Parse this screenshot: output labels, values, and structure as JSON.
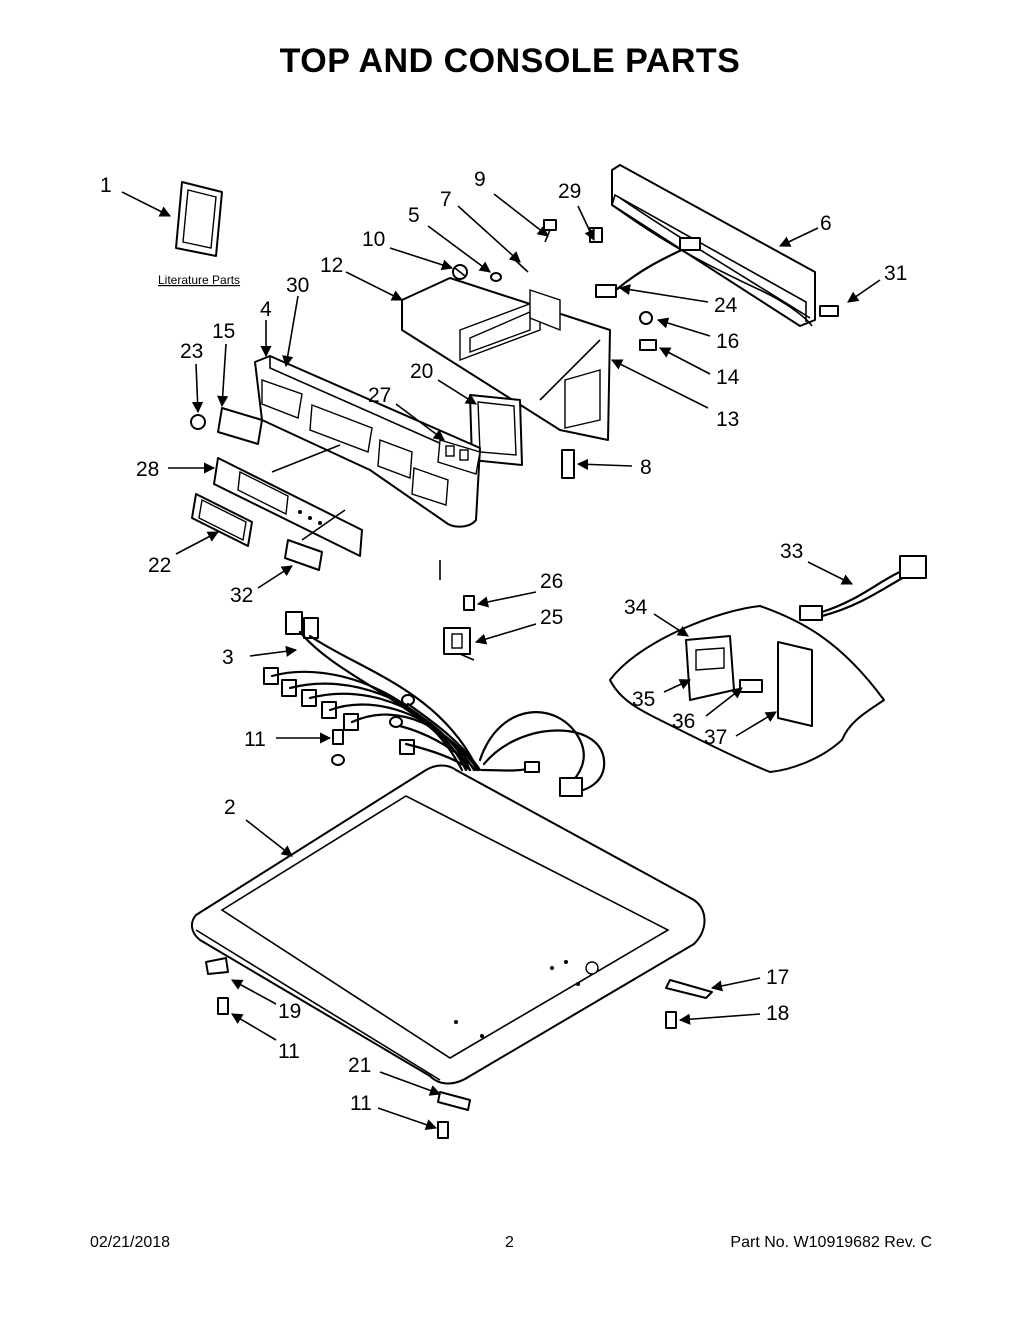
{
  "title": "TOP AND CONSOLE PARTS",
  "literature_label": "Literature Parts",
  "callouts": {
    "c1": "1",
    "c2": "2",
    "c3": "3",
    "c4": "4",
    "c5": "5",
    "c6": "6",
    "c7": "7",
    "c8": "8",
    "c9": "9",
    "c10": "10",
    "c11a": "11",
    "c11b": "11",
    "c11c": "11",
    "c12": "12",
    "c13": "13",
    "c14": "14",
    "c15": "15",
    "c16": "16",
    "c17": "17",
    "c18": "18",
    "c19": "19",
    "c20": "20",
    "c21": "21",
    "c22": "22",
    "c23": "23",
    "c24": "24",
    "c25": "25",
    "c26": "26",
    "c27": "27",
    "c28": "28",
    "c29": "29",
    "c30": "30",
    "c31": "31",
    "c32": "32",
    "c33": "33",
    "c34": "34",
    "c35": "35",
    "c36": "36",
    "c37": "37"
  },
  "footer": {
    "date": "02/21/2018",
    "page": "2",
    "part_no": "Part No.  W10919682  Rev.  C"
  }
}
